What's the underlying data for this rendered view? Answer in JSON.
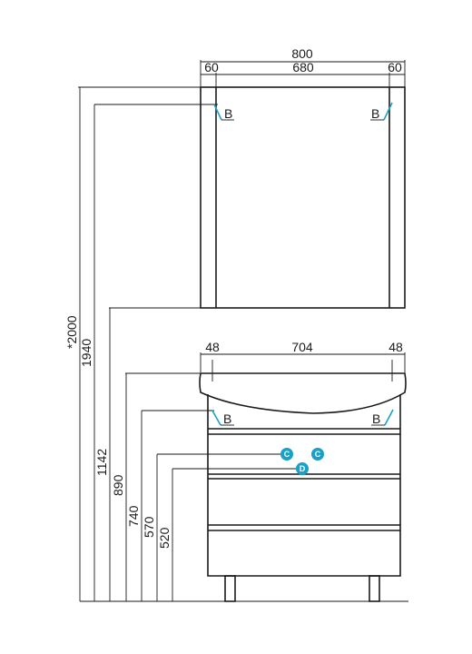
{
  "mirror": {
    "width_total": "800",
    "width_left": "60",
    "width_center": "680",
    "width_right": "60",
    "marker_left": "B",
    "marker_right": "B"
  },
  "cabinet": {
    "width_left": "48",
    "width_center": "704",
    "width_right": "48",
    "marker_left": "B",
    "marker_right": "B"
  },
  "heights": {
    "h2000": "*2000",
    "h1940": "1940",
    "h1142": "1142",
    "h890": "890",
    "h740": "740",
    "h570": "570",
    "h520": "520"
  },
  "connections": {
    "marker_c": "C",
    "marker_d": "D"
  },
  "colors": {
    "line": "#1a1a1a",
    "accent": "#1aa0c8"
  }
}
